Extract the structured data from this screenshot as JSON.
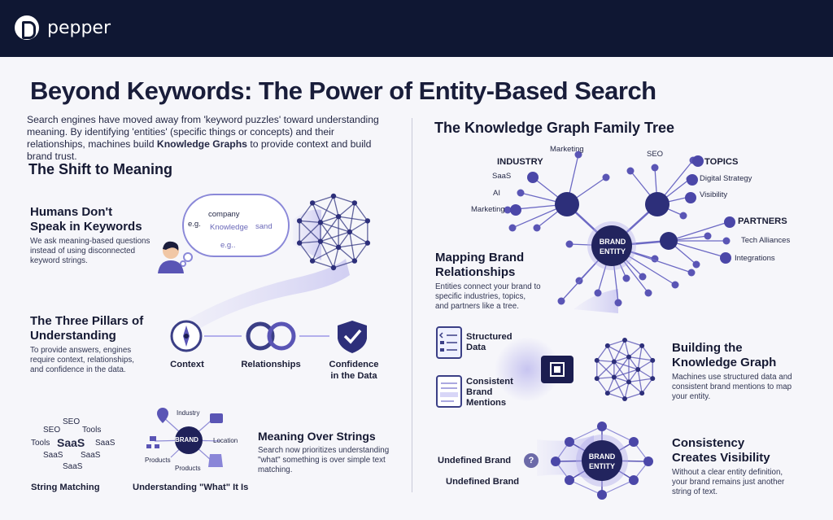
{
  "brand": {
    "name": "pepper"
  },
  "title": "Beyond Keywords: The Power of Entity-Based Search",
  "intro": {
    "before": "Search engines have moved away from 'keyword puzzles' toward understanding meaning. By identifying 'entities' (specific things or concepts) and their relationships, machines build ",
    "bold": "Knowledge Graphs",
    "after": " to provide context and build brand trust."
  },
  "left": {
    "section_title": "The Shift to Meaning",
    "humans": {
      "heading_line1": "Humans Don't",
      "heading_line2": "Speak in Keywords",
      "text_line1": "We ask meaning-based questions",
      "text_line2": "instead of using disconnected",
      "text_line3": "keyword strings.",
      "cloud_company": "company",
      "cloud_eg1": "e.g.",
      "cloud_knowledge": "Knowledge",
      "cloud_sand": "sand",
      "cloud_eg2": "e.g.."
    },
    "pillars": {
      "heading_line1": "The Three Pillars of",
      "heading_line2": "Understanding",
      "text_line1": "To provide answers, engines",
      "text_line2": "require context, relationships,",
      "text_line3": "and confidence in the data.",
      "items": [
        {
          "label_line1": "Context",
          "label_line2": ""
        },
        {
          "label_line1": "Relationships",
          "label_line2": ""
        },
        {
          "label_line1": "Confidence",
          "label_line2": "in the Data"
        }
      ]
    },
    "strings": {
      "words": [
        "SEO",
        "SEO",
        "Tools",
        "Tools",
        "SaaS",
        "SaaS",
        "SaaS",
        "SaaS",
        "SaaS"
      ],
      "label": "String Matching"
    },
    "what": {
      "center": "BRAND",
      "industry": "Industry",
      "location": "Location",
      "products1": "Products",
      "products2": "Products",
      "label": "Understanding \"What\" It Is"
    },
    "meaning": {
      "heading": "Meaning Over Strings",
      "text_line1": "Search now prioritizes understanding",
      "text_line2": "\"what\" something is over simple text",
      "text_line3": "matching."
    }
  },
  "right": {
    "section_title": "The Knowledge Graph Family Tree",
    "graph": {
      "center_line1": "BRAND",
      "center_line2": "ENTITY",
      "industry": "INDUSTRY",
      "topics": "TOPICS",
      "partners": "PARTNERS",
      "marketing_top": "Marketing",
      "saas": "SaaS",
      "ai": "AI",
      "marketing_left": "Marketing",
      "seo": "SEO",
      "digital_strategy": "Digital Strategy",
      "visibility": "Visibility",
      "tech_alliances": "Tech Alliances",
      "integrations": "Integrations"
    },
    "mapping": {
      "heading_line1": "Mapping Brand",
      "heading_line2": "Relationships",
      "text_line1": "Entities connect your brand to",
      "text_line2": "specific industries, topics,",
      "text_line3": "and partners like a tree."
    },
    "structured": {
      "line1": "Structured",
      "line2": "Data"
    },
    "consistent": {
      "line1": "Consistent",
      "line2": "Brand",
      "line3": "Mentions"
    },
    "building": {
      "heading_line1": "Building the",
      "heading_line2": "Knowledge Graph",
      "text_line1": "Machines use structured data and",
      "text_line2": "consistent brand mentions to map",
      "text_line3": "your entity."
    },
    "consistency": {
      "heading_line1": "Consistency",
      "heading_line2": "Creates Visibility",
      "text_line1": "Without a clear entity definition,",
      "text_line2": "your brand remains just another",
      "text_line3": "string of text.",
      "undefined1": "Undefined Brand",
      "undefined2": "Undefined Brand",
      "question": "?",
      "center_line1": "BRAND",
      "center_line2": "ENTITY"
    }
  },
  "colors": {
    "navy": "#0f1733",
    "purple": "#5a55b5",
    "lavender": "#a9a5e6",
    "text": "#171a35"
  }
}
